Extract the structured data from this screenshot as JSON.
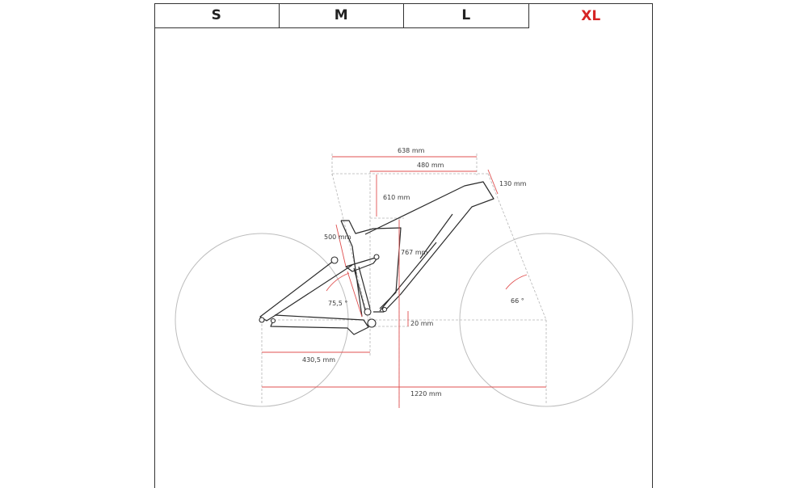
{
  "tabs": [
    {
      "label": "S"
    },
    {
      "label": "M"
    },
    {
      "label": "L"
    },
    {
      "label": "XL"
    }
  ],
  "active_tab": "XL",
  "colors": {
    "accent": "#d62424",
    "frame": "#2b2b2b",
    "guide": "#b0b0b0",
    "dim_line": "#e05050"
  },
  "dimensions": {
    "reach_total": "638 mm",
    "top_tube": "480 mm",
    "head_tube": "130 mm",
    "stack": "610 mm",
    "seat_tube": "500 mm",
    "standover": "767 mm",
    "seat_angle": "75,5 °",
    "head_angle": "66 °",
    "bb_drop": "20 mm",
    "chainstay": "430,5 mm",
    "wheelbase": "1220 mm"
  }
}
